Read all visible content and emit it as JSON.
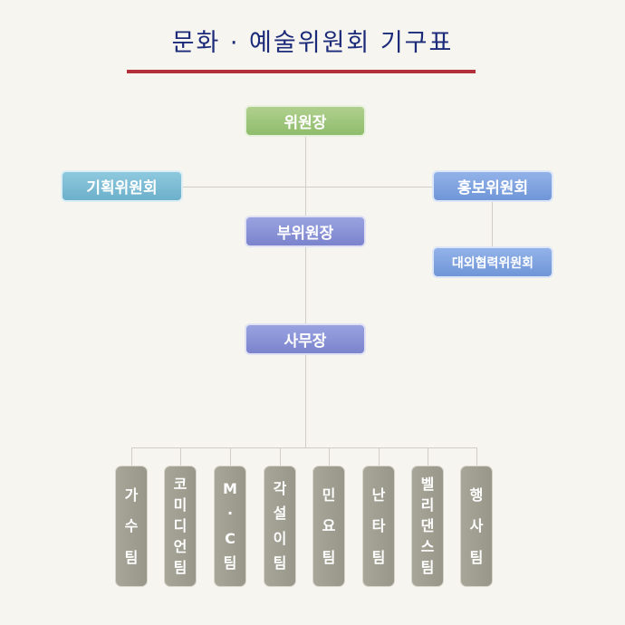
{
  "title": "문화 · 예술위원회 기구표",
  "nodes": {
    "chairman": "위원장",
    "planning_committee": "기획위원회",
    "pr_committee": "홍보위원회",
    "vice_chairman": "부위원장",
    "external_cooperation_committee": "대외협력위원회",
    "secretary_general": "사무장"
  },
  "teams": [
    {
      "label": "가수팀",
      "chars": [
        "가",
        "수",
        "팀"
      ]
    },
    {
      "label": "코미디언팀",
      "chars": [
        "코",
        "미",
        "디",
        "언",
        "팀"
      ]
    },
    {
      "label": "M·C팀",
      "chars": [
        "M",
        "·",
        "C",
        "팀"
      ]
    },
    {
      "label": "각설이팀",
      "chars": [
        "각",
        "설",
        "이",
        "팀"
      ]
    },
    {
      "label": "민요팀",
      "chars": [
        "민",
        "요",
        "팀"
      ]
    },
    {
      "label": "난타팀",
      "chars": [
        "난",
        "타",
        "팀"
      ]
    },
    {
      "label": "벨리댄스팀",
      "chars": [
        "벨",
        "리",
        "댄",
        "스",
        "팀"
      ]
    },
    {
      "label": "행사팀",
      "chars": [
        "행",
        "사",
        "팀"
      ]
    }
  ],
  "colors": {
    "title_text": "#1c2a7a",
    "title_rule": "#b3303a",
    "chairman": "#9fc77e",
    "committee_left": "#7dbdd4",
    "committee_right": "#80a4e0",
    "vice_and_secretary": "#8a92d6",
    "teams": "#a09f92"
  }
}
